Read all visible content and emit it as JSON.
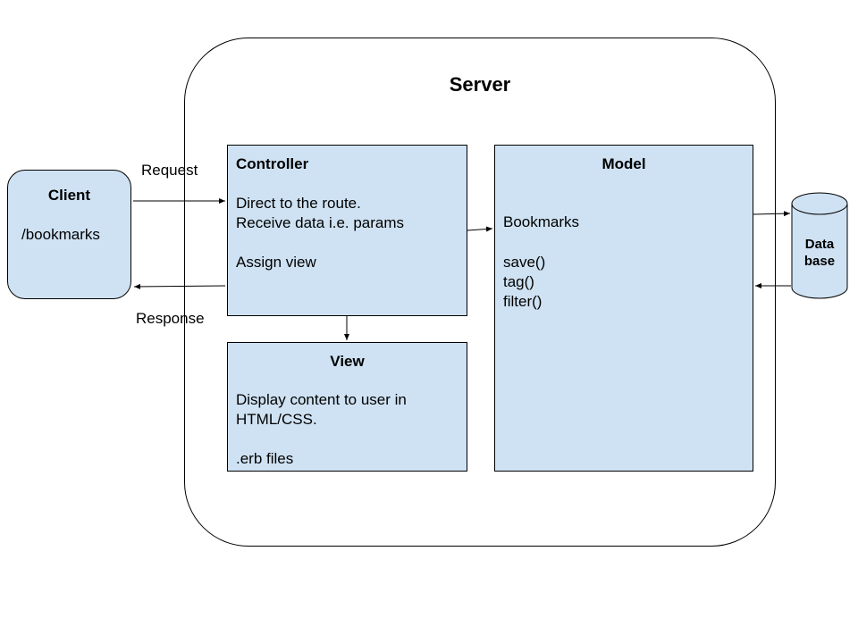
{
  "server": {
    "title": "Server"
  },
  "client": {
    "title": "Client",
    "path": "/bookmarks"
  },
  "controller": {
    "title": "Controller",
    "lines": [
      "Direct to the route.",
      "Receive data i.e. params",
      "Assign view"
    ]
  },
  "view": {
    "title": "View",
    "lines": [
      "Display content to user in",
      "HTML/CSS.",
      ".erb files"
    ]
  },
  "model": {
    "title": "Model",
    "lines": [
      "Bookmarks",
      "save()",
      "tag()",
      "filter()"
    ]
  },
  "database": {
    "line1": "Data",
    "line2": "base"
  },
  "edges": {
    "request": "Request",
    "response": "Response"
  },
  "colors": {
    "box_fill": "#cfe2f3",
    "stroke": "#000000"
  }
}
